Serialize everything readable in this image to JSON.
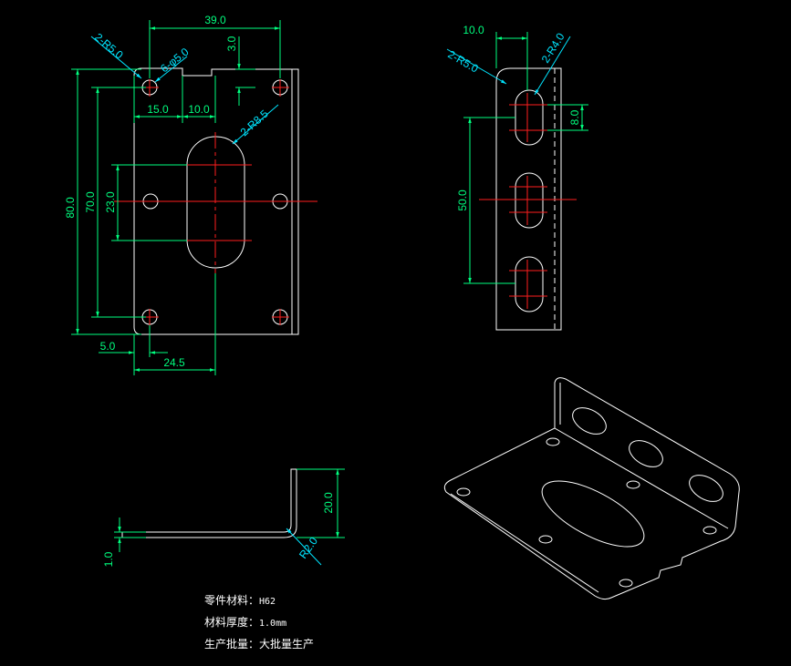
{
  "colors": {
    "background": "#000000",
    "outline": "#ffffff",
    "dimension": "#00ff7f",
    "centerline": "#ff1e1e",
    "leader": "#00e5ff"
  },
  "front_view": {
    "dims": {
      "width_top": "39.0",
      "top_offset": "3.0",
      "fillet_r": "2-R5.0",
      "holes": "6-φ5.0",
      "h_15": "15.0",
      "h_10": "10.0",
      "slot_r": "2-R8.5",
      "total_h": "80.0",
      "hole_span": "70.0",
      "slot_len": "23.0",
      "left_offset": "5.0",
      "slot_center": "24.5"
    }
  },
  "side_view": {
    "dims": {
      "top_w": "10.0",
      "fillet_r": "2-R5.0",
      "slot_r": "2-R4.0",
      "slot_h": "8.0",
      "slot_span": "50.0"
    }
  },
  "section_view": {
    "dims": {
      "thickness": "1.0",
      "flange_h": "20.0",
      "bend_r": "R2.0"
    }
  },
  "notes": {
    "material_label": "零件材料：",
    "material_value": "H62",
    "thickness_label": "材料厚度：",
    "thickness_value": "1.0mm",
    "batch_label": "生产批量：",
    "batch_value": "大批量生产"
  }
}
